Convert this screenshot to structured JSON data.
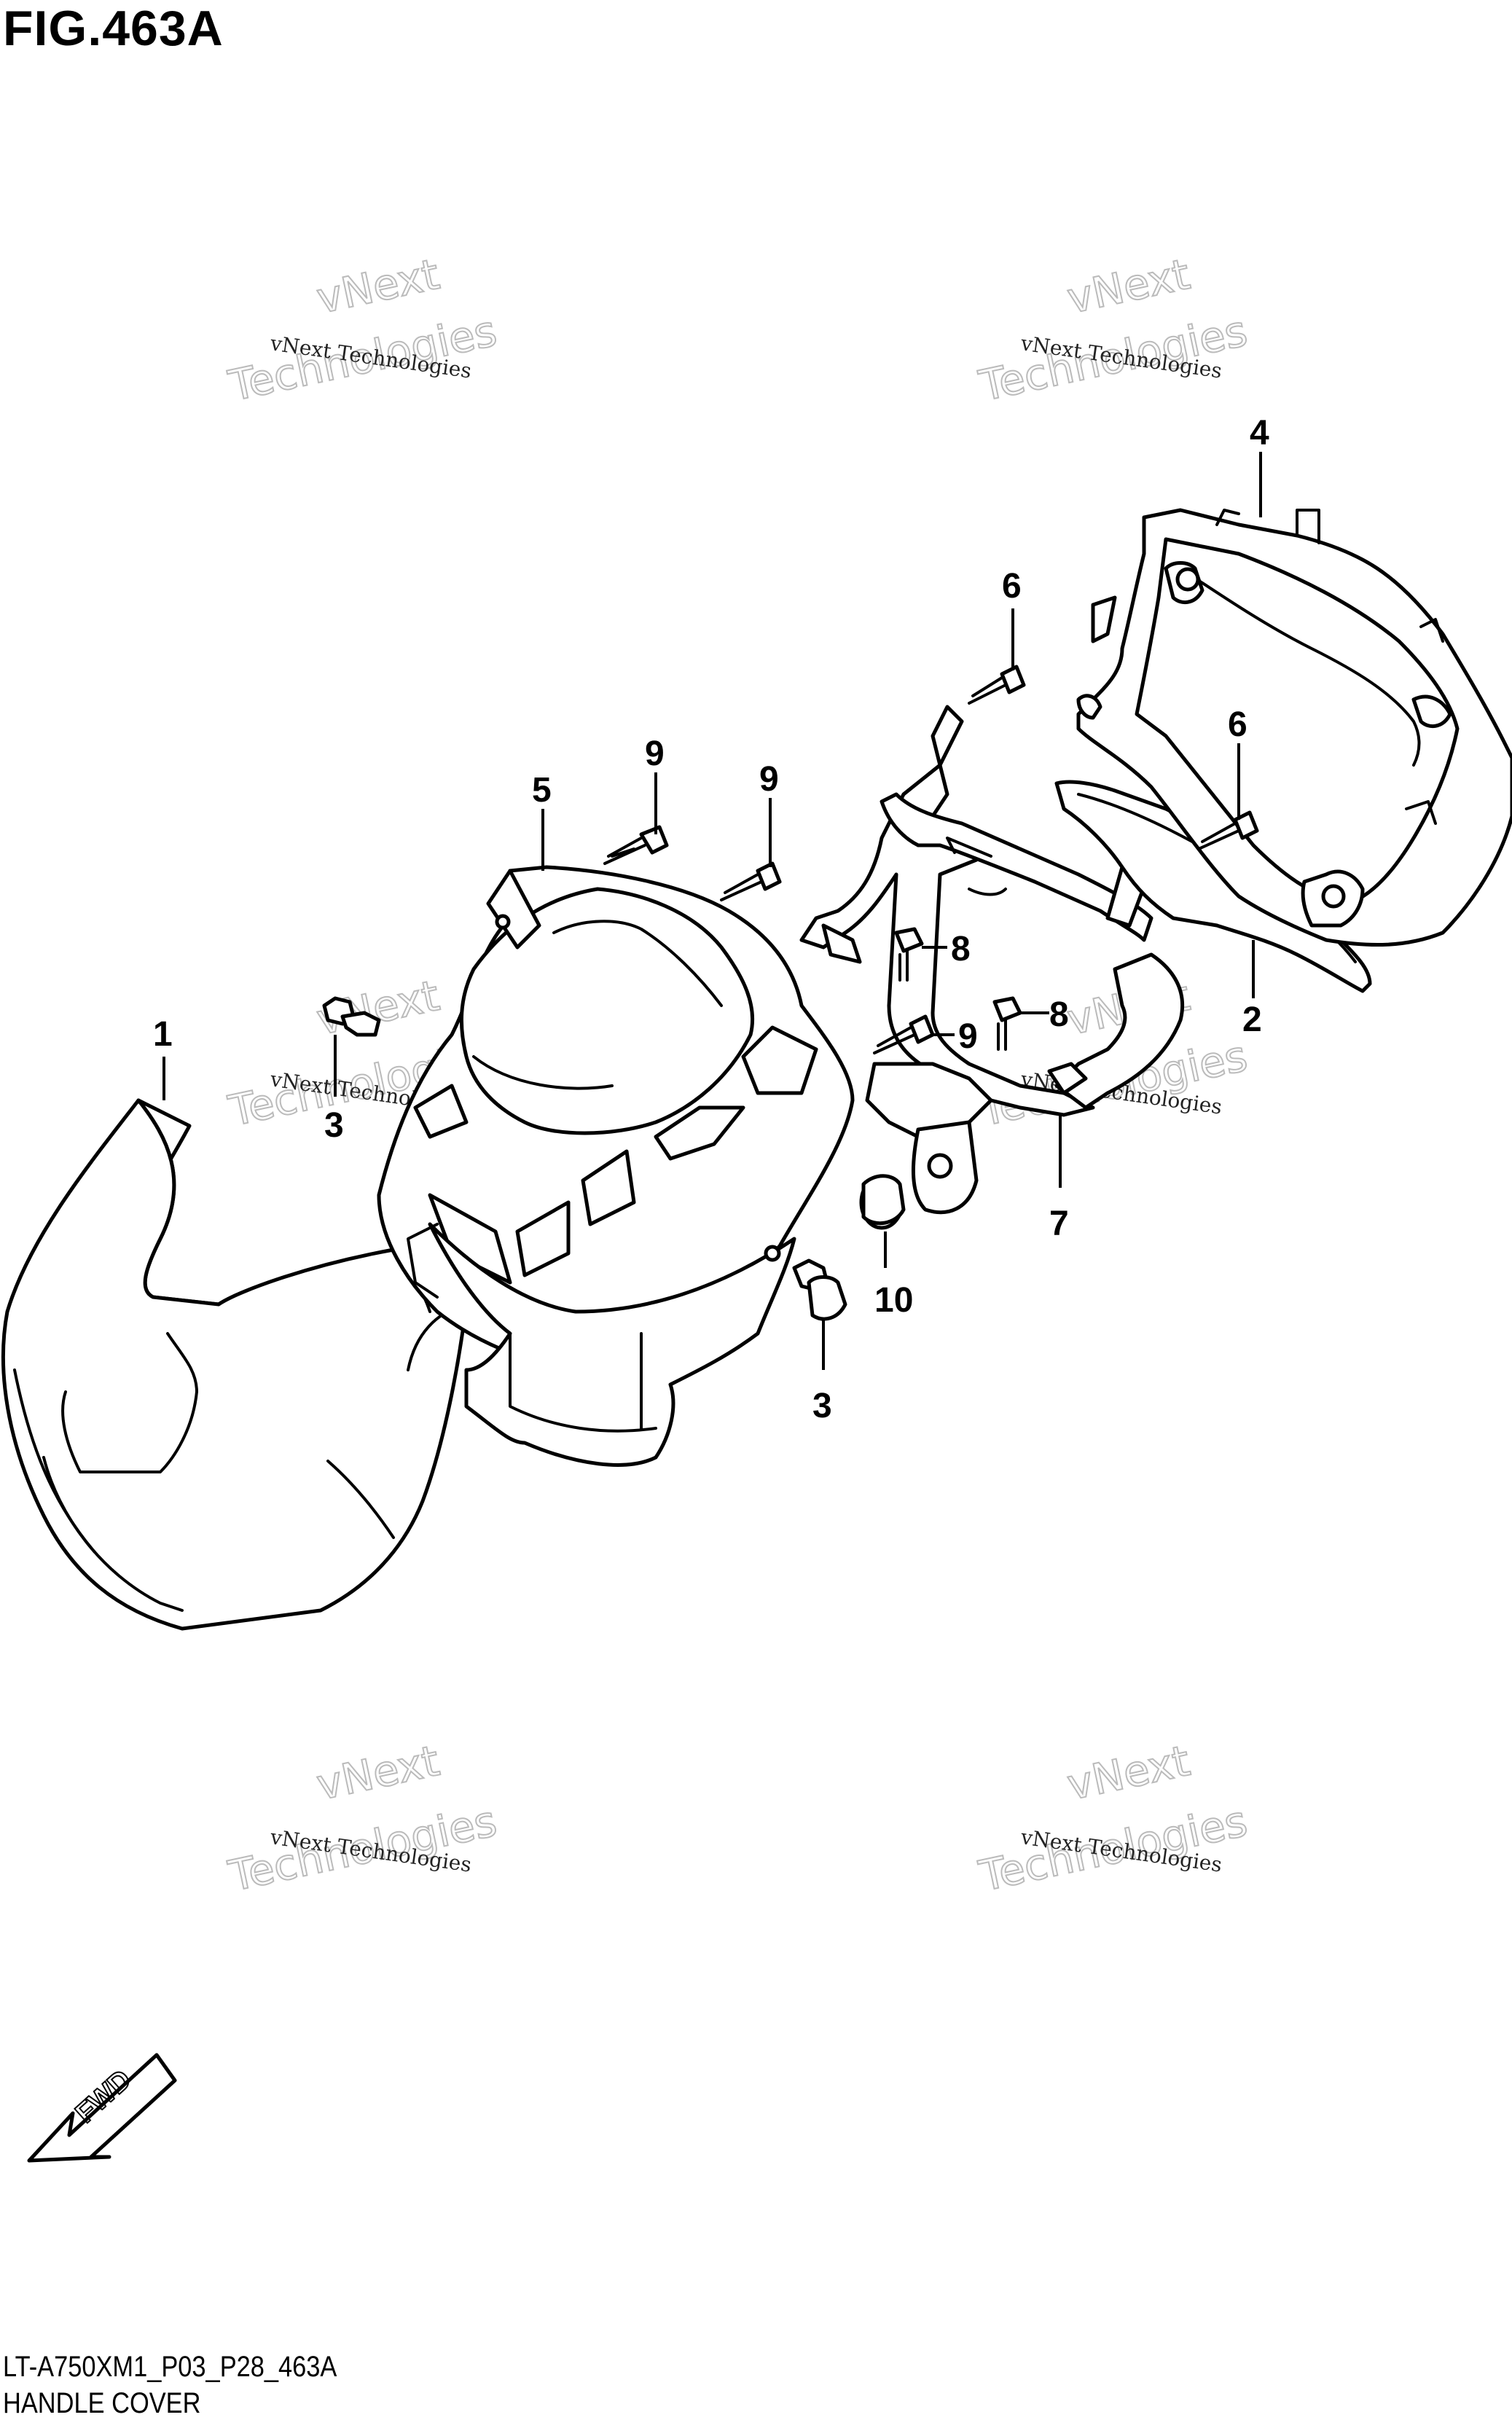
{
  "title": "FIG.463A",
  "drawing_code": "LT-A750XM1_P03_P28_463A",
  "caption": "HANDLE COVER",
  "watermark": {
    "line1": "vNext Technologies",
    "line2": "vNext",
    "line3": "Technologies"
  },
  "fwd_label": "FWD",
  "callouts": {
    "c1": "1",
    "c2": "2",
    "c3a": "3",
    "c3b": "3",
    "c4": "4",
    "c5": "5",
    "c6a": "6",
    "c6b": "6",
    "c7": "7",
    "c8a": "8",
    "c8b": "8",
    "c9a": "9",
    "c9b": "9",
    "c9c": "9",
    "c10": "10"
  }
}
